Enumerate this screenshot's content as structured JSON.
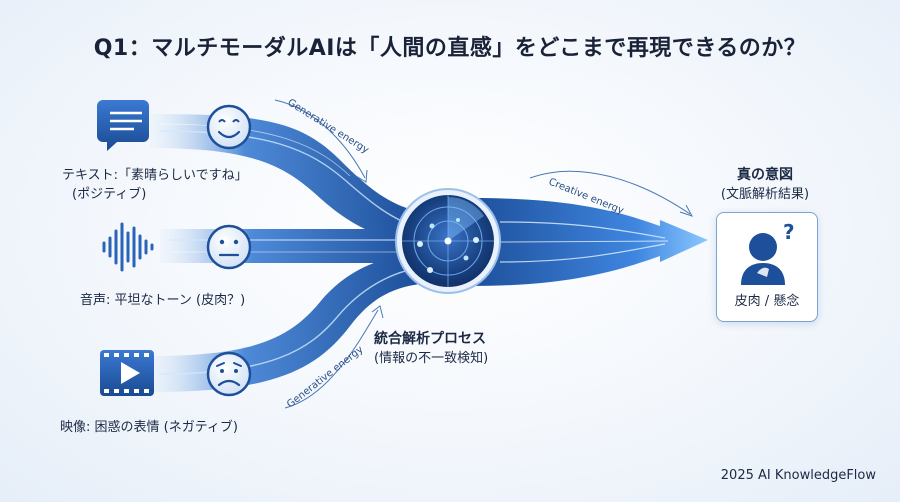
{
  "title": "Q1：マルチモーダルAIは「人間の直感」をどこまで再現できるのか？",
  "inputs": {
    "text": {
      "line1": "テキスト:「素晴らしいですね」",
      "line2": "(ポジティブ)",
      "icon": "chat-bubble-icon",
      "face": "smiling-face-icon"
    },
    "audio": {
      "line1": "音声: 平坦なトーン (皮肉？)",
      "icon": "sound-wave-icon",
      "face": "neutral-face-icon"
    },
    "video": {
      "line1": "映像: 困惑の表情 (ネガティブ)",
      "icon": "video-play-icon",
      "face": "worried-face-icon"
    }
  },
  "flow_labels": {
    "top": "Generative energy",
    "bottom": "Generative energy",
    "output": "Creative energy"
  },
  "center": {
    "line1": "統合解析プロセス",
    "line2": "(情報の不一致検知)",
    "icon": "radar-icon"
  },
  "intent": {
    "line1": "真の意図",
    "line2": "(文脈解析結果)",
    "result": "皮肉 / 懸念",
    "icon": "thinking-person-icon"
  },
  "footer": "2025 AI KnowledgeFlow",
  "colors": {
    "accent": "#2f6fd1",
    "dark_blue": "#1d4f9a",
    "flow_light": "#bfe0ff"
  }
}
